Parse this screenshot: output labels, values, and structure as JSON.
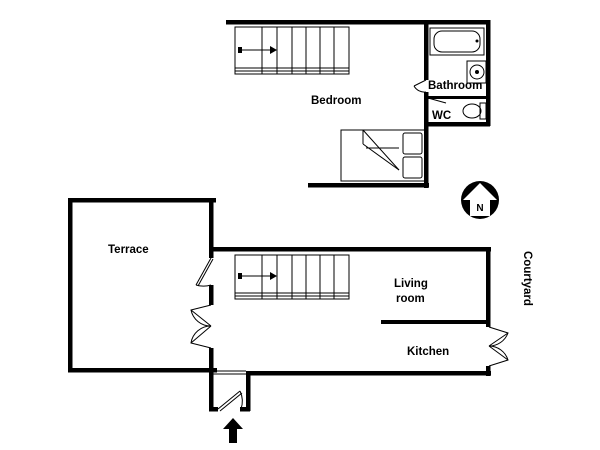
{
  "rooms": {
    "bedroom": "Bedroom",
    "bathroom": "Bathroom",
    "wc": "WC",
    "terrace": "Terrace",
    "living_1": "Living",
    "living_2": "room",
    "kitchen": "Kitchen",
    "courtyard": "Courtyard"
  },
  "compass": {
    "letter": "N"
  },
  "icons": {
    "compass": "north-arrow-icon",
    "entrance": "up-arrow-icon",
    "stairs": "staircase-icon",
    "bathtub": "bathtub-icon",
    "sink": "sink-icon",
    "toilet": "toilet-icon",
    "bed": "bed-icon"
  }
}
